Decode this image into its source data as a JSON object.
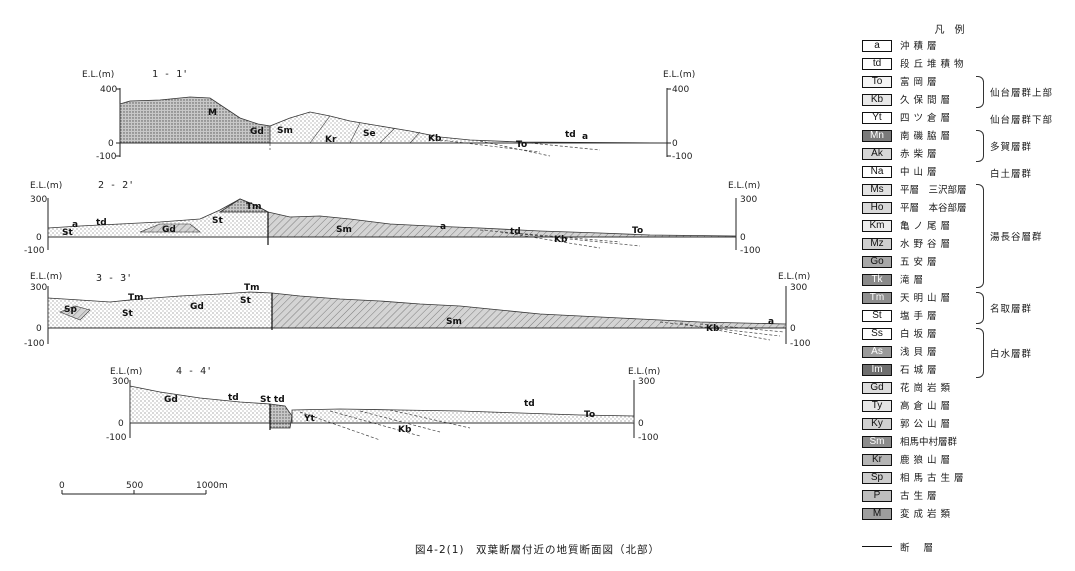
{
  "caption": "図4-2(1)　双葉断層付近の地質断面図（北部）",
  "scale_bar": {
    "ticks": [
      "0",
      "500",
      "1000m"
    ]
  },
  "sections": [
    {
      "name": "1 - 1'",
      "el_left": "E.L.(m)",
      "el_right": "E.L.(m)",
      "ticks": [
        "400",
        "0",
        "-100"
      ],
      "labels": [
        "M",
        "Gd",
        "Sm",
        "Kr",
        "Se",
        "Kb",
        "To",
        "td",
        "a"
      ]
    },
    {
      "name": "2 - 2'",
      "el_left": "E.L.(m)",
      "el_right": "E.L.(m)",
      "ticks": [
        "300",
        "0",
        "-100"
      ],
      "labels": [
        "Tm",
        "a",
        "td",
        "St",
        "Gd",
        "St",
        "Sm",
        "a",
        "td",
        "Kb",
        "To"
      ]
    },
    {
      "name": "3 - 3'",
      "el_left": "E.L.(m)",
      "el_right": "E.L.(m)",
      "ticks": [
        "300",
        "0",
        "-100"
      ],
      "labels": [
        "Sp",
        "Tm",
        "St",
        "Gd",
        "Tm",
        "St",
        "Sm",
        "Kb",
        "a"
      ]
    },
    {
      "name": "4 - 4'",
      "el_left": "E.L.(m)",
      "el_right": "E.L.(m)",
      "ticks": [
        "300",
        "0",
        "-100"
      ],
      "labels": [
        "Gd",
        "td",
        "St td",
        "Yt",
        "Kb",
        "td",
        "To"
      ]
    }
  ],
  "legend": {
    "title": "凡例",
    "items": [
      {
        "code": "a",
        "name": "沖積層",
        "fill": "#ffffff",
        "dark": false
      },
      {
        "code": "td",
        "name": "段丘堆積物",
        "fill": "#ffffff",
        "dark": false
      },
      {
        "code": "To",
        "name": "富岡層",
        "fill": "#f4f4f4",
        "dark": false
      },
      {
        "code": "Kb",
        "name": "久保間層",
        "fill": "#e8e8e8",
        "dark": false
      },
      {
        "code": "Yt",
        "name": "四ツ倉層",
        "fill": "#ffffff",
        "dark": false
      },
      {
        "code": "Mn",
        "name": "南磯脇層",
        "fill": "#7a7a7a",
        "dark": true
      },
      {
        "code": "Ak",
        "name": "赤柴層",
        "fill": "#d6d6d6",
        "dark": false
      },
      {
        "code": "Na",
        "name": "中山層",
        "fill": "#ffffff",
        "dark": false
      },
      {
        "code": "Ms",
        "name": "平層　三沢部層",
        "fill": "#e2e2e2",
        "dark": false
      },
      {
        "code": "Ho",
        "name": "平層　本谷部層",
        "fill": "#d8d8d8",
        "dark": false
      },
      {
        "code": "Km",
        "name": "亀ノ尾層",
        "fill": "#ececec",
        "dark": false
      },
      {
        "code": "Mz",
        "name": "水野谷層",
        "fill": "#cfcfcf",
        "dark": false
      },
      {
        "code": "Go",
        "name": "五安層",
        "fill": "#a8a8a8",
        "dark": false
      },
      {
        "code": "Tk",
        "name": "滝層",
        "fill": "#8a8a8a",
        "dark": true
      },
      {
        "code": "Tm",
        "name": "天明山層",
        "fill": "#8e8e8e",
        "dark": true
      },
      {
        "code": "St",
        "name": "塩手層",
        "fill": "#ffffff",
        "dark": false
      },
      {
        "code": "Ss",
        "name": "白坂層",
        "fill": "#ffffff",
        "dark": false
      },
      {
        "code": "As",
        "name": "浅貝層",
        "fill": "#9a9a9a",
        "dark": true
      },
      {
        "code": "Im",
        "name": "石城層",
        "fill": "#6e6e6e",
        "dark": true
      },
      {
        "code": "Gd",
        "name": "花崗岩類",
        "fill": "#dcdcdc",
        "dark": false
      },
      {
        "code": "Ty",
        "name": "高倉山層",
        "fill": "#e6e6e6",
        "dark": false
      },
      {
        "code": "Ky",
        "name": "郭公山層",
        "fill": "#d0d0d0",
        "dark": false
      },
      {
        "code": "Sm",
        "name": "相馬中村層群",
        "fill": "#8c8c8c",
        "dark": true
      },
      {
        "code": "Kr",
        "name": "鹿狼山層",
        "fill": "#b4b4b4",
        "dark": false
      },
      {
        "code": "Sp",
        "name": "相馬古生層",
        "fill": "#cccccc",
        "dark": false
      },
      {
        "code": "P",
        "name": "古生層",
        "fill": "#bdbdbd",
        "dark": false
      },
      {
        "code": "M",
        "name": "変成岩類",
        "fill": "#9e9e9e",
        "dark": false
      }
    ],
    "groups": [
      {
        "label": "仙台層群上部",
        "from": 2,
        "to": 3
      },
      {
        "label": "仙台層群下部",
        "from": 4,
        "to": 4
      },
      {
        "label": "多賀層群",
        "from": 5,
        "to": 6
      },
      {
        "label": "白土層群",
        "from": 7,
        "to": 7
      },
      {
        "label": "湯長谷層群",
        "from": 8,
        "to": 13
      },
      {
        "label": "名取層群",
        "from": 14,
        "to": 15
      },
      {
        "label": "白水層群",
        "from": 16,
        "to": 18
      }
    ],
    "fault": "断層"
  }
}
